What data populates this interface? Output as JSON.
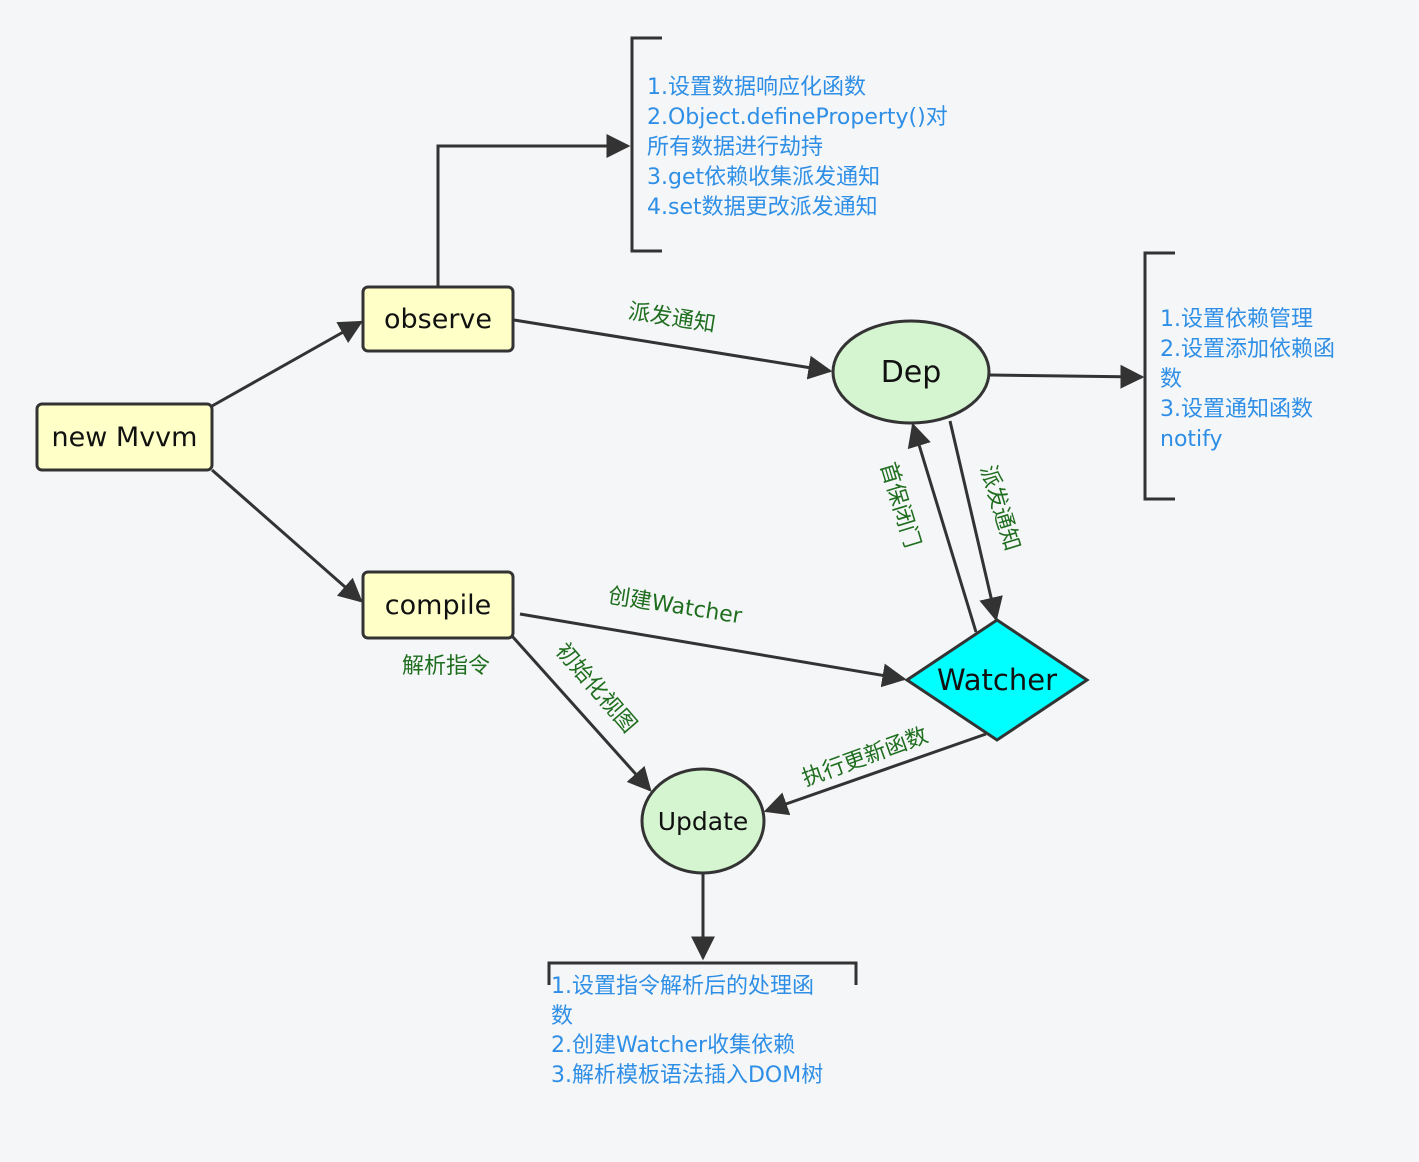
{
  "colors": {
    "box_fill": "#ffffc8",
    "circle_fill": "#d5f5d0",
    "diamond_fill": "#00ffff",
    "stroke": "#333333",
    "edge_label": "#1f6e1f",
    "note_text": "#2f8fe6",
    "background": "#f5f6f7"
  },
  "nodes": {
    "new_mvvm": "new Mvvm",
    "observe": "observe",
    "compile": "compile",
    "dep": "Dep",
    "watcher": "Watcher",
    "update": "Update"
  },
  "edge_labels": {
    "observe_dep": "派发通知",
    "watcher_dep": "首保闭门",
    "dep_watcher": "派发通知",
    "compile_watcher": "创建Watcher",
    "compile_parse": "解析指令",
    "compile_update": "初始化视图",
    "watcher_update": "执行更新函数"
  },
  "notes": {
    "observe": [
      "1.设置数据响应化函数",
      "2.Object.defineProperty()对",
      "所有数据进行劫持",
      "3.get依赖收集派发通知",
      "4.set数据更改派发通知"
    ],
    "dep": [
      "1.设置依赖管理",
      "2.设置添加依赖函",
      "数",
      "3.设置通知函数",
      "notify"
    ],
    "update": [
      "1.设置指令解析后的处理函",
      "数",
      "2.创建Watcher收集依赖",
      "3.解析模板语法插入DOM树"
    ]
  }
}
